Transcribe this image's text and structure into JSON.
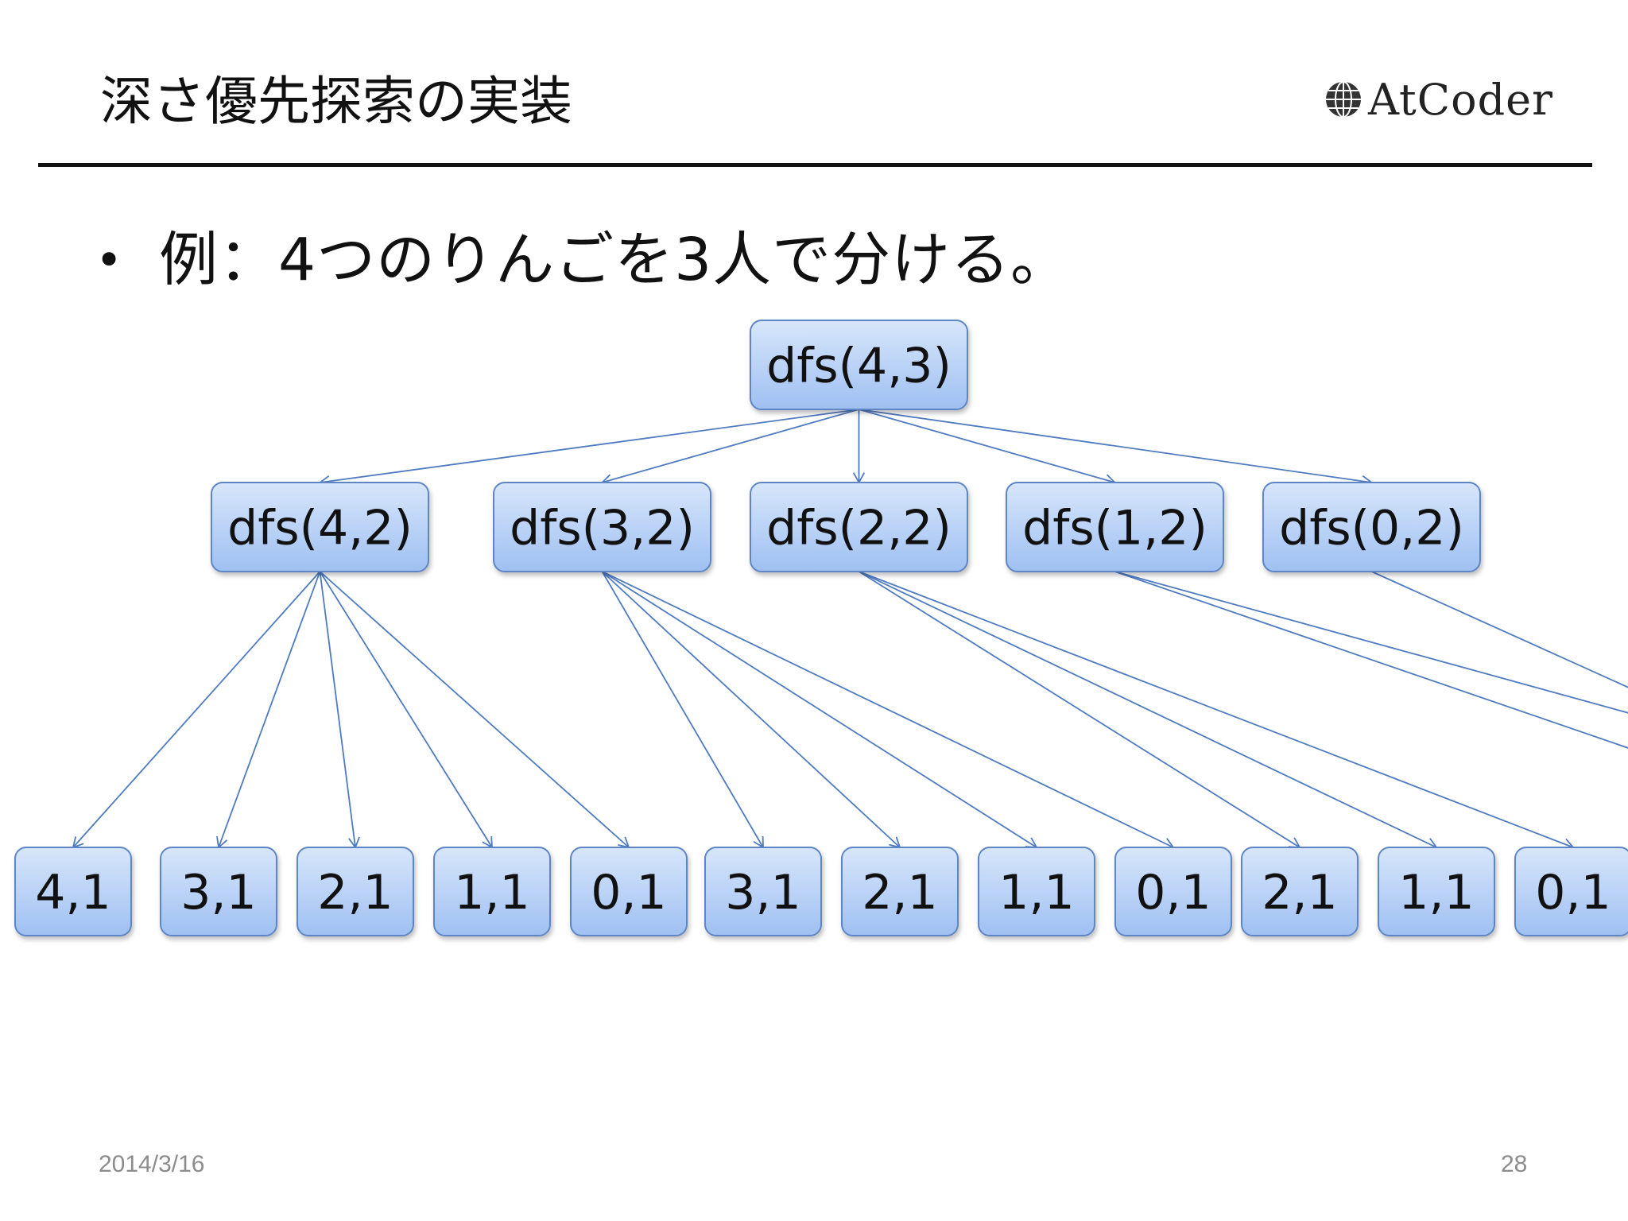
{
  "slide": {
    "title": "深さ優先探索の実装",
    "logo_text": "AtCoder",
    "bullet": "例：4つのりんごを3人で分ける。",
    "date": "2014/3/16",
    "page_number": "28"
  },
  "colors": {
    "node_fill_top": "#d7e6fb",
    "node_fill_bottom": "#9fc0f2",
    "node_border": "#5f86c4",
    "edge": "#4f7bc0",
    "rule": "#111111",
    "footer_text": "#8c8c8c"
  },
  "tree": {
    "root": {
      "id": "r",
      "label": "dfs(4,3)"
    },
    "level1": [
      {
        "id": "a",
        "label": "dfs(4,2)"
      },
      {
        "id": "b",
        "label": "dfs(3,2)"
      },
      {
        "id": "c",
        "label": "dfs(2,2)"
      },
      {
        "id": "d",
        "label": "dfs(1,2)"
      },
      {
        "id": "e",
        "label": "dfs(0,2)"
      }
    ],
    "level2": [
      {
        "id": "l0",
        "label": "4,1",
        "parent": "a"
      },
      {
        "id": "l1",
        "label": "3,1",
        "parent": "a"
      },
      {
        "id": "l2",
        "label": "2,1",
        "parent": "a"
      },
      {
        "id": "l3",
        "label": "1,1",
        "parent": "a"
      },
      {
        "id": "l4",
        "label": "0,1",
        "parent": "a"
      },
      {
        "id": "l5",
        "label": "3,1",
        "parent": "b"
      },
      {
        "id": "l6",
        "label": "2,1",
        "parent": "b"
      },
      {
        "id": "l7",
        "label": "1,1",
        "parent": "b"
      },
      {
        "id": "l8",
        "label": "0,1",
        "parent": "b"
      },
      {
        "id": "l9",
        "label": "2,1",
        "parent": "c"
      },
      {
        "id": "l10",
        "label": "1,1",
        "parent": "c"
      },
      {
        "id": "l11",
        "label": "0,1",
        "parent": "c"
      }
    ]
  }
}
